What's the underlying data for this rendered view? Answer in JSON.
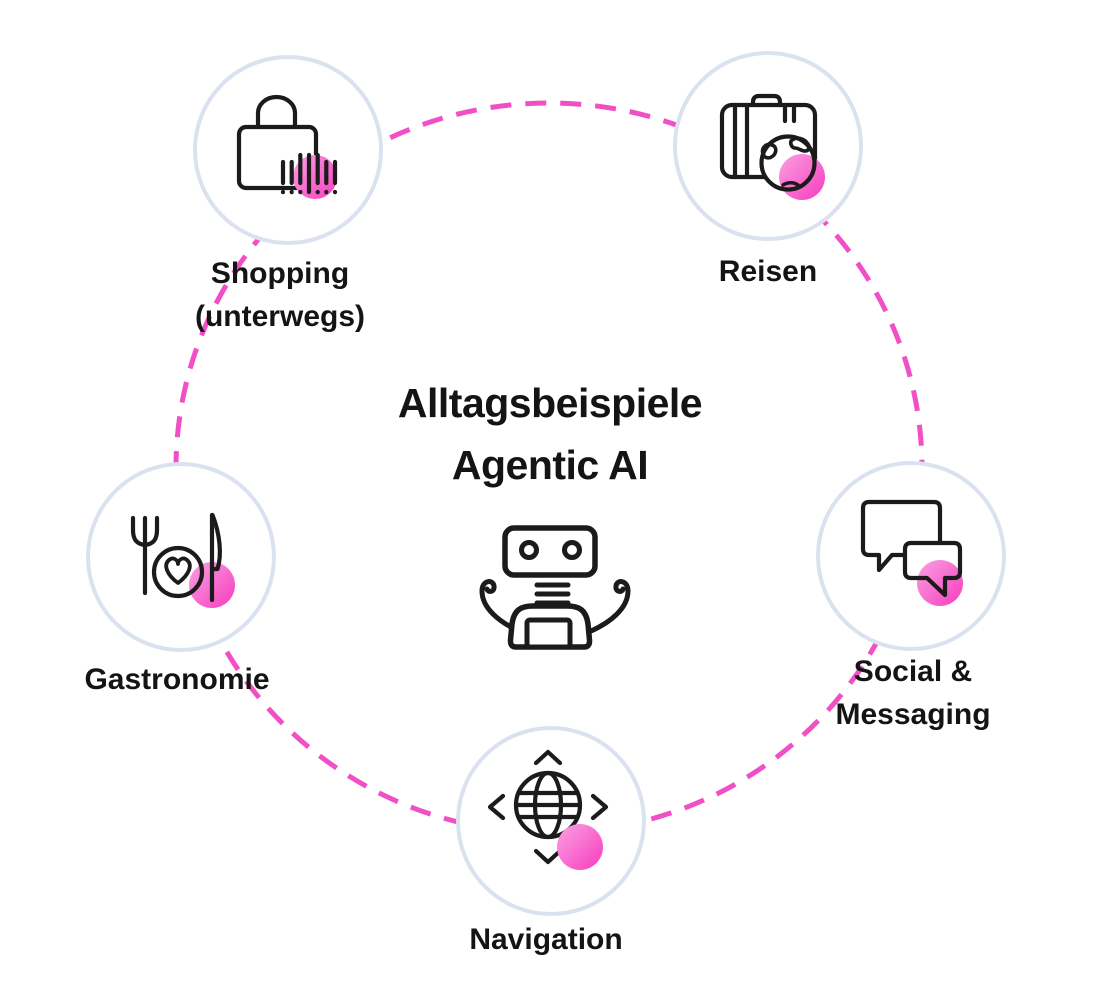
{
  "diagram": {
    "title": "Alltagsbeispiele\nAgentic AI",
    "center_icon": "robot-icon",
    "nodes": [
      {
        "id": "shopping",
        "label": "Shopping\n(unterwegs)",
        "icon": "shopping-bag-barcode-icon"
      },
      {
        "id": "reisen",
        "label": "Reisen",
        "icon": "suitcase-globe-icon"
      },
      {
        "id": "social",
        "label": "Social &\nMessaging",
        "icon": "chat-bubbles-icon"
      },
      {
        "id": "navigation",
        "label": "Navigation",
        "icon": "globe-pan-arrows-icon"
      },
      {
        "id": "gastronomie",
        "label": "Gastronomie",
        "icon": "fork-plate-knife-icon"
      }
    ],
    "colors": {
      "accent_pink": "#F14FC5",
      "pink_gradient_start": "#FBA1E3",
      "pink_gradient_end": "#F63CBE",
      "node_ring": "#DBE2EF",
      "icon_stroke": "#1B1B1B",
      "text": "#141414",
      "background": "#FFFFFF"
    }
  }
}
